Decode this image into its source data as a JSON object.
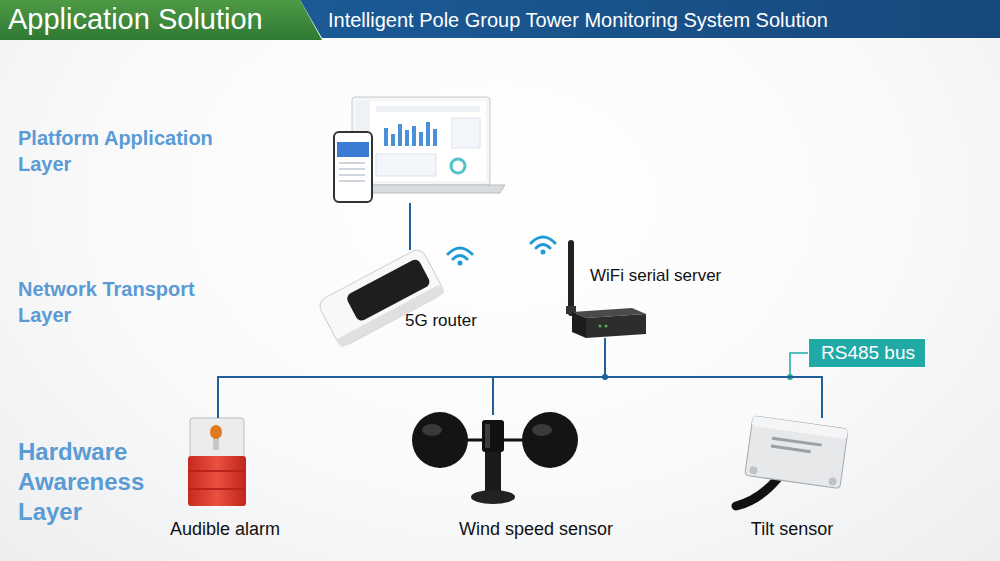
{
  "diagram": {
    "title": "Application Solution",
    "nodes": [
      {
        "text": []
      },
      {
        "text": [
          "5G router"
        ]
      },
      {
        "text": [
          "WiFi serial server"
        ]
      },
      {
        "text": [
          "RS485 bus"
        ]
      },
      {
        "text": [
          "Audible alarm"
        ]
      },
      {
        "text": [
          "Wind speed sensor"
        ]
      },
      {
        "text": [
          "Tilt sensor"
        ]
      }
    ],
    "edges": [
      {
        "from": 0,
        "to": 1,
        "arrow": "none"
      },
      {
        "from": 2,
        "to": 4,
        "arrow": "none"
      },
      {
        "from": 2,
        "to": 5,
        "arrow": "none"
      },
      {
        "from": 2,
        "to": 6,
        "arrow": "none"
      }
    ],
    "labels": [
      "Intelligent Pole Group Tower Monitoring System Solution",
      "Platform Application Layer",
      "Network Transport Layer",
      "Hardware Awareness Layer"
    ]
  }
}
